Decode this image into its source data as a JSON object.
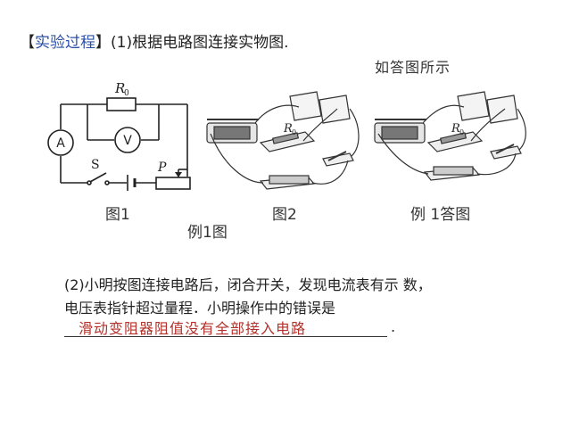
{
  "header": {
    "bracket_open": "【",
    "tag": "实验过程",
    "bracket_close": "】",
    "text": "(1)根据电路图连接实物图."
  },
  "answer_note": "如答图所示",
  "figure1": {
    "caption": "图1",
    "r0_label": "R",
    "r0_sub": "0",
    "ammeter": "A",
    "voltmeter": "V",
    "switch": "S",
    "slider": "P"
  },
  "figure2": {
    "caption": "图2",
    "r0_label": "R",
    "r0_sub": "0"
  },
  "figure3": {
    "caption": "例 1答图",
    "r0_label": "R",
    "r0_sub": "0"
  },
  "example_caption": "例1图",
  "question2": {
    "line1": "(2)小明按图连接电路后，闭合开关，发现电流表有示 数，",
    "line2": "电压表指针超过量程．小明操作中的错误是",
    "answer": "滑动变阻器阻值没有全部接入电路",
    "end": "."
  },
  "colors": {
    "tag": "#2b4fa8",
    "answer": "#b3312a"
  }
}
